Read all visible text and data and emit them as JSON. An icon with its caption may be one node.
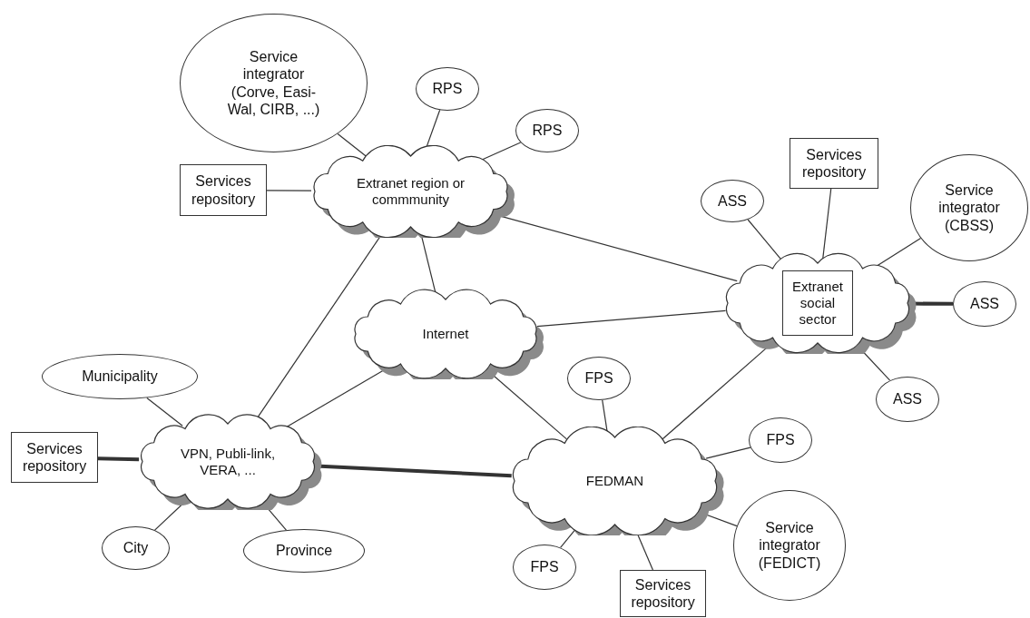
{
  "diagram": {
    "nodes": [
      {
        "text": [
          "Service integrator (Corve, Easi-Wal, CIRB, ...)"
        ]
      },
      {
        "text": [
          "RPS"
        ]
      },
      {
        "text": [
          "RPS"
        ]
      },
      {
        "text": [
          "Services repository"
        ]
      },
      {
        "text": [
          "Extranet region or commmunity"
        ]
      },
      {
        "text": [
          "Services repository"
        ]
      },
      {
        "text": [
          "ASS"
        ]
      },
      {
        "text": [
          "Service integrator (CBSS)"
        ]
      },
      {
        "text": [
          "Extranet social sector"
        ]
      },
      {
        "text": [
          "ASS"
        ]
      },
      {
        "text": [
          "Internet"
        ]
      },
      {
        "text": [
          "ASS"
        ]
      },
      {
        "text": [
          "Municipality"
        ]
      },
      {
        "text": [
          "Services repository"
        ]
      },
      {
        "text": [
          "VPN, Publi-link, VERA, ..."
        ]
      },
      {
        "text": [
          "FPS"
        ]
      },
      {
        "text": [
          "FPS"
        ]
      },
      {
        "text": [
          "FEDMAN"
        ]
      },
      {
        "text": [
          "City"
        ]
      },
      {
        "text": [
          "Province"
        ]
      },
      {
        "text": [
          "FPS"
        ]
      },
      {
        "text": [
          "Service integrator (FEDICT)"
        ]
      },
      {
        "text": [
          "Services repository"
        ]
      }
    ],
    "edges": [
      {
        "from": 0,
        "to": 4,
        "arrow": "none"
      },
      {
        "from": 1,
        "to": 4,
        "arrow": "none"
      },
      {
        "from": 2,
        "to": 4,
        "arrow": "none"
      },
      {
        "from": 3,
        "to": 4,
        "arrow": "none"
      },
      {
        "from": 4,
        "to": 8,
        "arrow": "none"
      },
      {
        "from": 4,
        "to": 10,
        "arrow": "none"
      },
      {
        "from": 4,
        "to": 14,
        "arrow": "none"
      },
      {
        "from": 5,
        "to": 8,
        "arrow": "none"
      },
      {
        "from": 6,
        "to": 8,
        "arrow": "none"
      },
      {
        "from": 7,
        "to": 8,
        "arrow": "none"
      },
      {
        "from": 9,
        "to": 8,
        "arrow": "none",
        "style": "thick"
      },
      {
        "from": 11,
        "to": 8,
        "arrow": "none"
      },
      {
        "from": 10,
        "to": 8,
        "arrow": "none"
      },
      {
        "from": 10,
        "to": 14,
        "arrow": "none"
      },
      {
        "from": 10,
        "to": 17,
        "arrow": "none"
      },
      {
        "from": 17,
        "to": 8,
        "arrow": "none"
      },
      {
        "from": 12,
        "to": 14,
        "arrow": "none"
      },
      {
        "from": 13,
        "to": 14,
        "arrow": "none",
        "style": "thick"
      },
      {
        "from": 14,
        "to": 17,
        "arrow": "none",
        "style": "thick"
      },
      {
        "from": 18,
        "to": 14,
        "arrow": "none"
      },
      {
        "from": 19,
        "to": 14,
        "arrow": "none"
      },
      {
        "from": 15,
        "to": 17,
        "arrow": "none"
      },
      {
        "from": 16,
        "to": 17,
        "arrow": "none"
      },
      {
        "from": 20,
        "to": 17,
        "arrow": "none"
      },
      {
        "from": 21,
        "to": 17,
        "arrow": "none"
      },
      {
        "from": 22,
        "to": 17,
        "arrow": "none"
      }
    ]
  }
}
